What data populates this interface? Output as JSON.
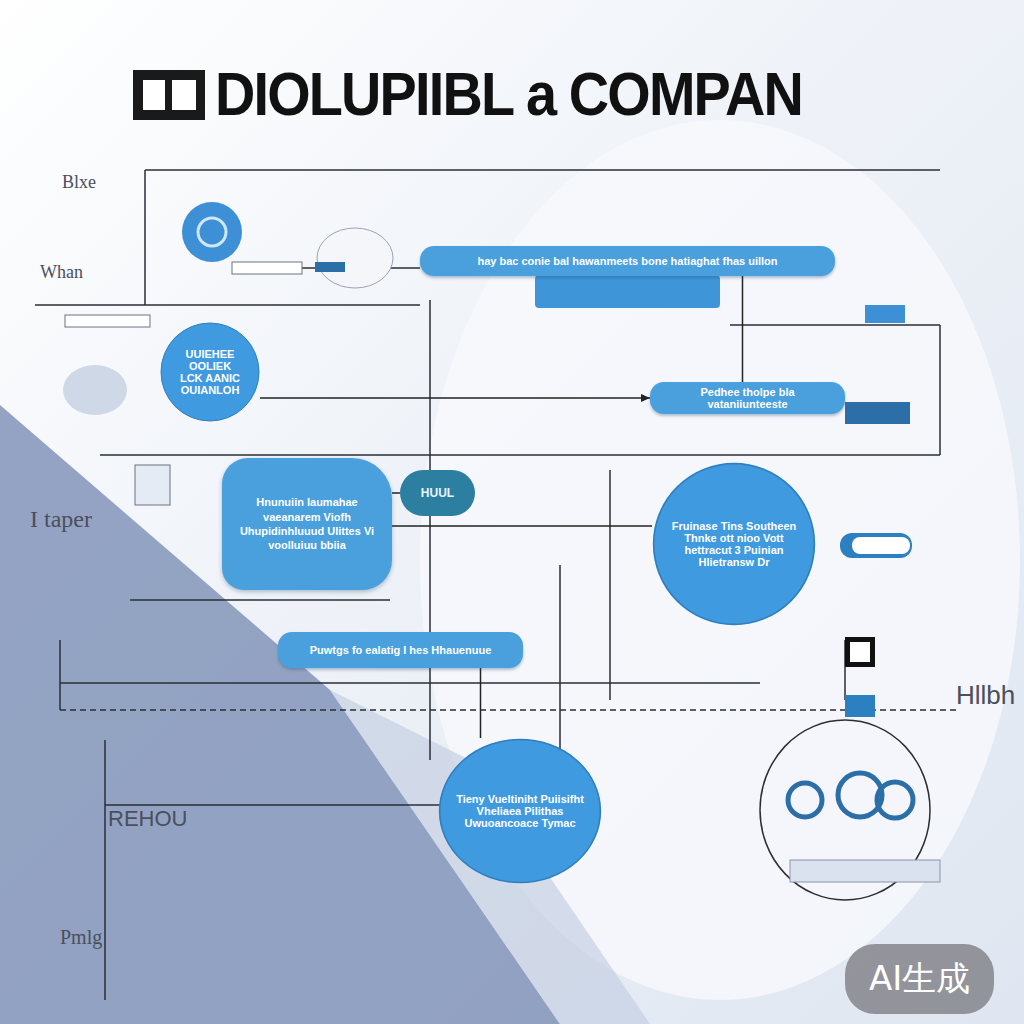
{
  "diagram": {
    "title": "DIOLUPIIBL a COMPAN",
    "nodes": [
      {
        "text": [
          "hay bac conie bal hawanmeets bone hatiaghat fhas uillon"
        ]
      },
      {
        "text": [
          "UUIEHEE OOLIEK LCK AANIC OUIANLOH"
        ]
      },
      {
        "text": [
          "Pedhee tholpe bla vataniiunteeste"
        ]
      },
      {
        "text": [
          "Hnunuiin Iaumahae vaeanarem Viofh Uhupidinhluuud Ulittes Vi voolluiuu bbiia"
        ]
      },
      {
        "text": [
          "HUUL"
        ]
      },
      {
        "text": [
          "Fruinase Tins Southeen Thnke ott nioo Vott hettracut 3 Puinian Hlietransw Dr"
        ]
      },
      {
        "text": [
          "Puwtgs fo ealatig l hes Hhauenuue"
        ]
      },
      {
        "text": [
          "Tieny Vueltiniht Puiisifht Vheliaea Pilithas Uwuoancoace Tymac"
        ]
      }
    ],
    "edges": [
      {
        "from": 0,
        "to": 2,
        "arrow": "none"
      },
      {
        "from": 1,
        "to": 2,
        "arrow": "to"
      },
      {
        "from": 3,
        "to": 4,
        "arrow": "none"
      },
      {
        "from": 3,
        "to": 5,
        "arrow": "none"
      },
      {
        "from": 6,
        "to": 7,
        "arrow": "none"
      }
    ],
    "labels": [
      "Blxe",
      "Whan",
      "I taper",
      "Hllbh",
      "REHOU",
      "Pmlg",
      "AI生成"
    ]
  }
}
